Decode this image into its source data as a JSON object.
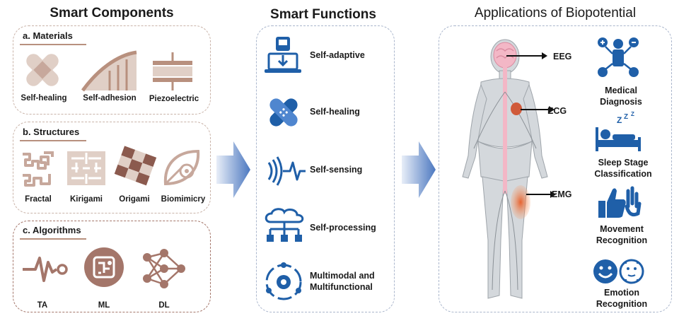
{
  "titles": {
    "components": "Smart Components",
    "functions": "Smart Functions",
    "applications": "Applications of Biopotential"
  },
  "materials": {
    "label": "a. Materials",
    "items": [
      "Self-healing",
      "Self-adhesion",
      "Piezoelectric"
    ]
  },
  "structures": {
    "label": "b. Structures",
    "items": [
      "Fractal",
      "Kirigami",
      "Origami",
      "Biomimicry"
    ]
  },
  "algorithms": {
    "label": "c. Algorithms",
    "items": [
      "TA",
      "ML",
      "DL"
    ]
  },
  "functions": {
    "items": [
      "Self-adaptive",
      "Self-healing",
      "Self-sensing",
      "Self-processing",
      "Multimodal and Multifunctional"
    ]
  },
  "signals": {
    "eeg": "EEG",
    "ecg": "ECG",
    "emg": "EMG"
  },
  "applications": {
    "medical": "Medical Diagnosis",
    "sleep": "Sleep Stage Classification",
    "movement": "Movement Recognition",
    "emotion": "Emotion Recognition"
  },
  "colors": {
    "brown": "#a4766a",
    "light_brown": "#e0cfc6",
    "blue": "#1f5fa8",
    "dashed": "#c9b3a8"
  }
}
